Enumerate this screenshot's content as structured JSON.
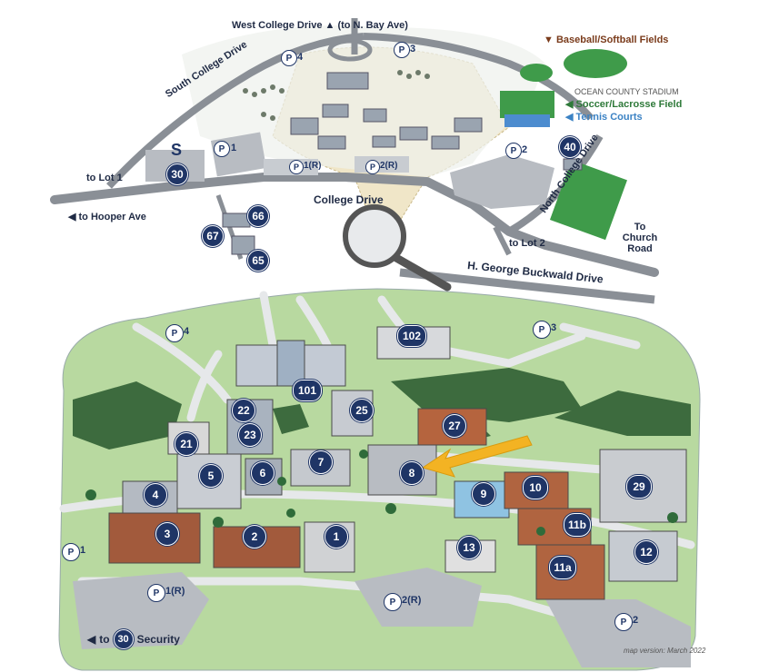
{
  "roads": {
    "west_college": "West College Drive",
    "to_n_bay": "(to N. Bay Ave)",
    "south_college": "South College Drive",
    "college_drive": "College Drive",
    "north_college": "North College Drive",
    "buckwald": "H. George Buckwald Drive",
    "to_lot1": "to Lot 1",
    "to_lot2": "to Lot 2",
    "to_hooper": "to Hooper Ave",
    "to_church": "To Church Road"
  },
  "fields": {
    "baseball": "Baseball/Softball Fields",
    "stadium": "OCEAN COUNTY STADIUM",
    "soccer": "Soccer/Lacrosse Field",
    "tennis": "Tennis Courts"
  },
  "overview_pins": [
    "30",
    "40",
    "66",
    "67",
    "65",
    "S"
  ],
  "overview_parking": [
    "1",
    "1(R)",
    "2(R)",
    "2",
    "3",
    "4"
  ],
  "detail_pins": [
    "102",
    "101",
    "22",
    "25",
    "27",
    "23",
    "21",
    "5",
    "6",
    "7",
    "8",
    "4",
    "9",
    "10",
    "29",
    "3",
    "2",
    "1",
    "11b",
    "13",
    "12",
    "11a"
  ],
  "detail_parking": [
    "4",
    "3",
    "1",
    "1(R)",
    "2(R)",
    "2"
  ],
  "security": {
    "prefix": "to",
    "num": "30",
    "label": "Security"
  },
  "version": "map version: March 2022",
  "colors": {
    "pin": "#1f3566",
    "grass": "#b8d9a0",
    "road": "#8a8f96",
    "campus": "#f0e6c8"
  }
}
